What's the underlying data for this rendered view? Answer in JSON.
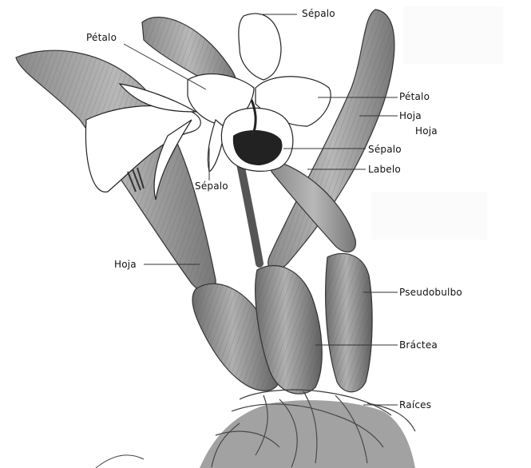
{
  "diagram": {
    "labels": {
      "sepalo_top": "Sépalo",
      "petalo_left": "Pétalo",
      "petalo_right": "Pétalo",
      "hoja_upper": "Hoja",
      "hoja_upper2": "Hoja",
      "sepalo_right": "Sépalo",
      "labelo": "Labelo",
      "sepalo_left": "Sépalo",
      "hoja_left": "Hoja",
      "pseudobulbo": "Pseudobulbo",
      "bractea": "Bráctea",
      "raices": "Raíces"
    }
  }
}
